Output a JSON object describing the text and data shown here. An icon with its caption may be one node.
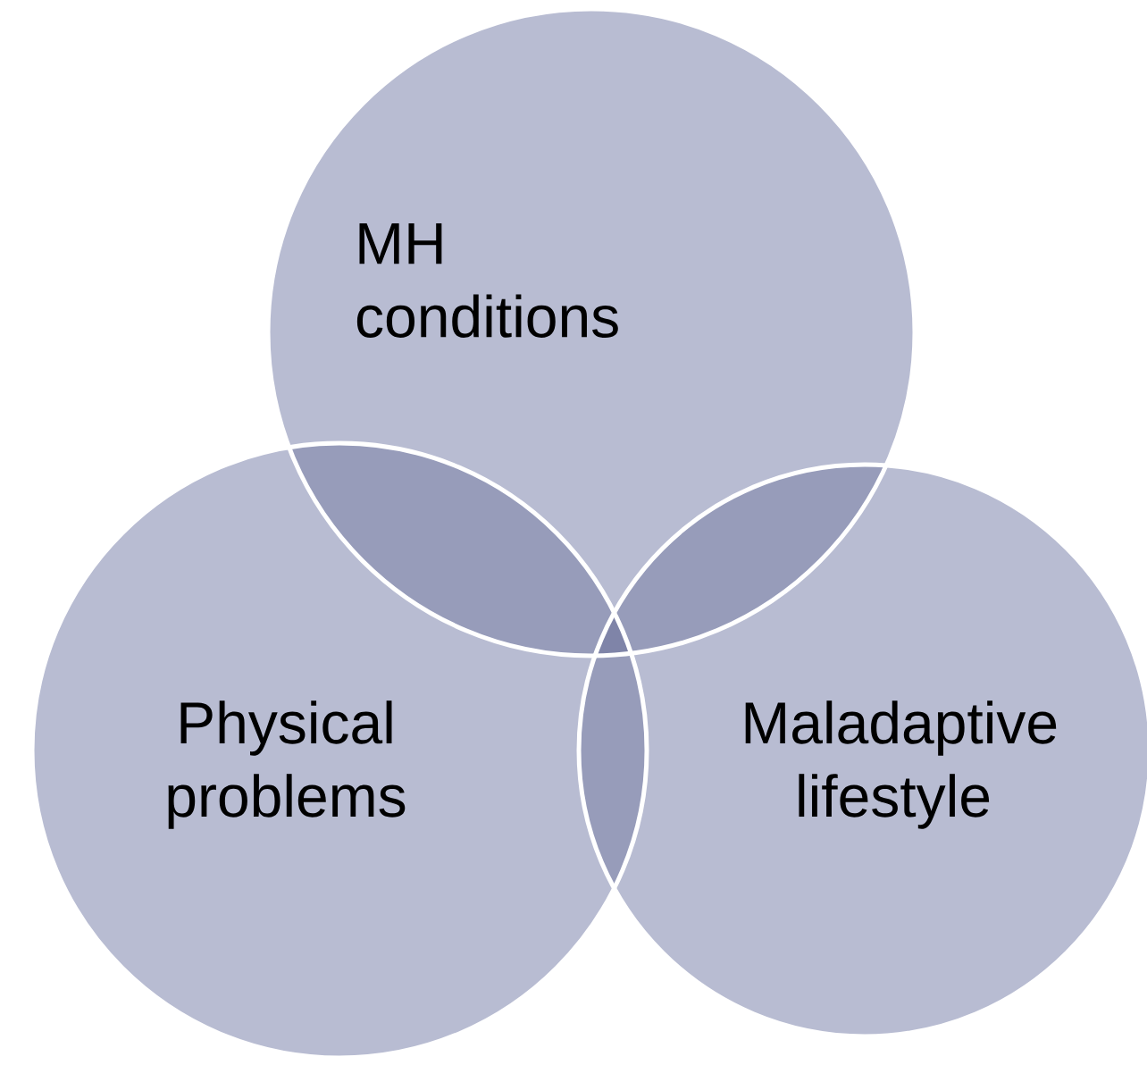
{
  "diagram": {
    "nodes": [
      {
        "text": [
          "MH conditions"
        ]
      },
      {
        "text": [
          "Physical problems"
        ]
      },
      {
        "text": [
          "Maladaptive lifestyle"
        ]
      }
    ]
  }
}
